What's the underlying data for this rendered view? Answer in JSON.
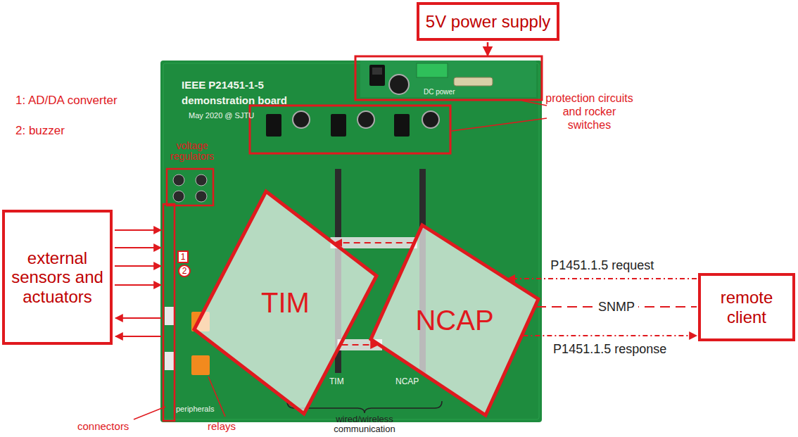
{
  "diagram": {
    "nodes": [
      {
        "text": [
          "5V power supply"
        ]
      },
      {
        "text": [
          "external sensors and actuators"
        ]
      },
      {
        "text": [
          "1"
        ]
      },
      {
        "text": [
          "2"
        ]
      },
      {
        "text": [
          "TIM"
        ]
      },
      {
        "text": [
          "NCAP"
        ]
      },
      {
        "text": [
          "remote client"
        ]
      }
    ],
    "edges": [
      {
        "from": 5,
        "to": 4,
        "arrow": "to"
      },
      {
        "from": 4,
        "to": 5,
        "arrow": "to"
      },
      {
        "from": 6,
        "to": 5,
        "arrow": "to",
        "label": "P1451.1.5 request"
      },
      {
        "from": 5,
        "to": 6,
        "arrow": "none",
        "label": "SNMP"
      },
      {
        "from": 5,
        "to": 6,
        "arrow": "to",
        "label": "P1451.1.5 response"
      }
    ],
    "labels": [
      "1: AD/DA converter",
      "2: buzzer",
      "voltage regulators",
      "protection circuits and rocker switches",
      "IEEE P21451-1-5",
      "demonstration board",
      "May 2020 @ SJTU",
      "DC power",
      "peripherals",
      "TIM",
      "NCAP",
      "connectors",
      "relays",
      "wired/wireless communication"
    ]
  }
}
